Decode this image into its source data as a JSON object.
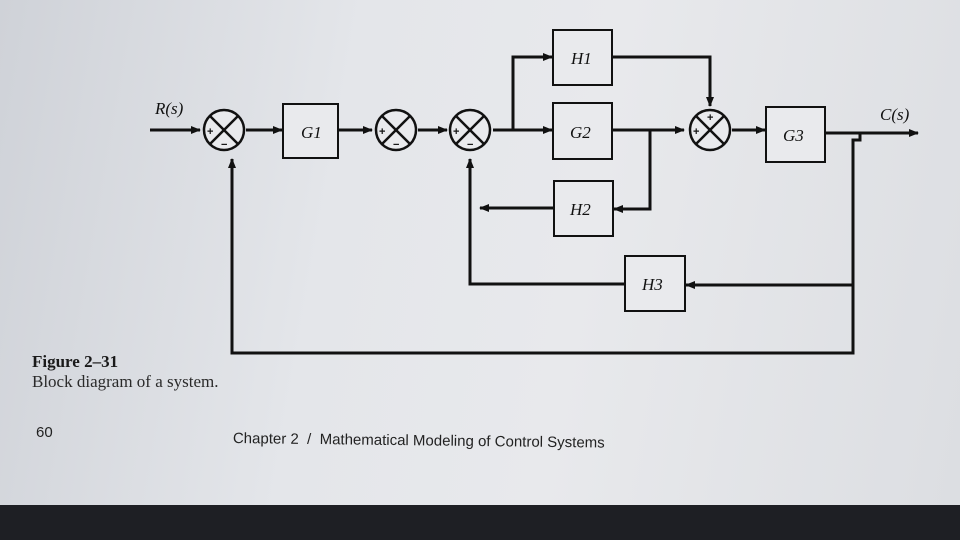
{
  "figure": {
    "input_label": "R(s)",
    "output_label": "C(s)",
    "blocks": {
      "g1": "G1",
      "g2": "G2",
      "g3": "G3",
      "h1": "H1",
      "h2": "H2",
      "h3": "H3"
    },
    "summing_junction_signs": {
      "plus": "+",
      "minus": "−"
    }
  },
  "caption": {
    "title": "Figure 2–31",
    "text": "Block diagram of a system."
  },
  "footer": {
    "page_number": "60",
    "chapter": "Chapter 2",
    "separator": "/",
    "book_title": "Mathematical Modeling of Control Systems"
  }
}
